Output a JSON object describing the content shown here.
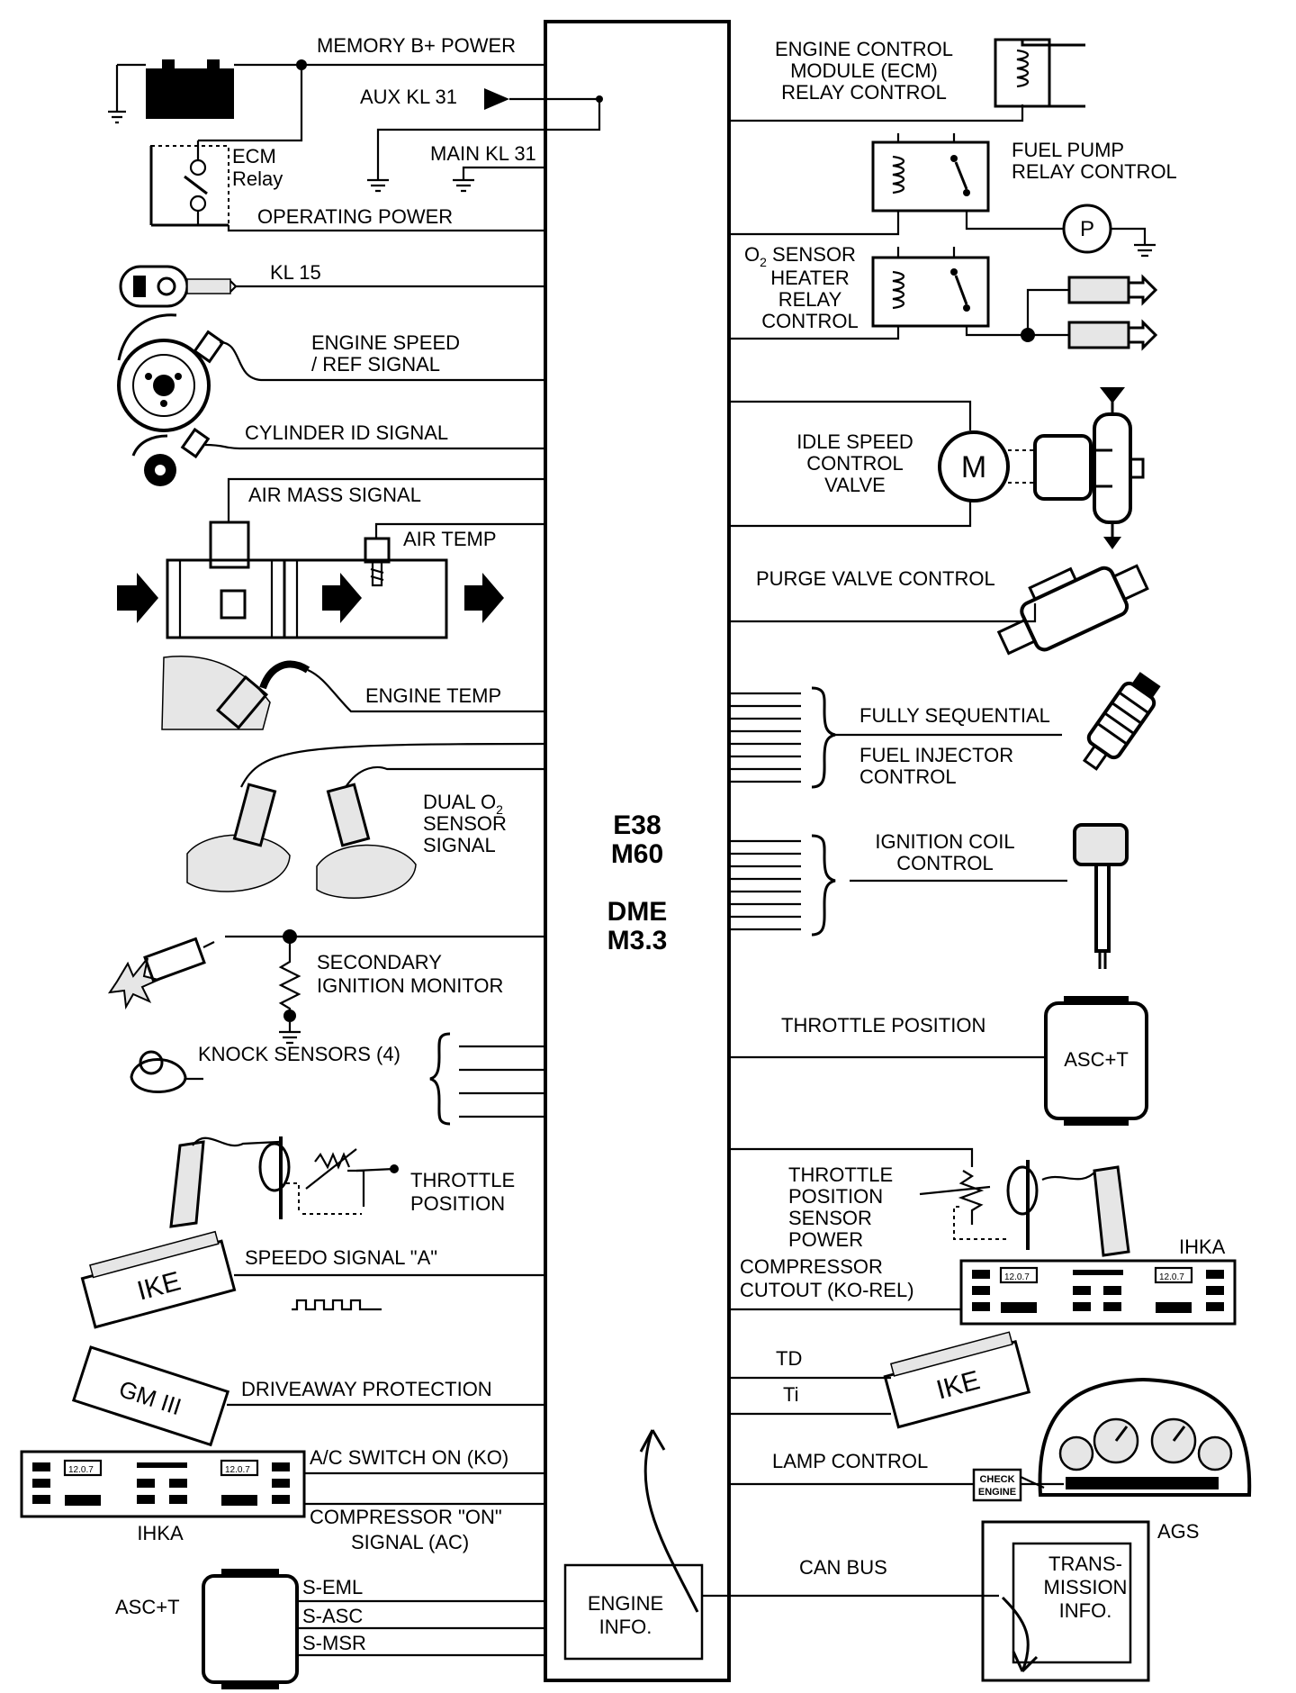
{
  "module": {
    "line1": "E38",
    "line2": "M60",
    "line3": "DME",
    "line4": "M3.3"
  },
  "inputs": {
    "memory_power": "MEMORY B+ POWER",
    "aux_kl31": "AUX KL 31",
    "main_kl31": "MAIN KL 31",
    "ecm_relay_1": "ECM",
    "ecm_relay_2": "Relay",
    "operating_power": "OPERATING POWER",
    "kl15": "KL 15",
    "engine_speed_1": "ENGINE SPEED",
    "engine_speed_2": "/ REF SIGNAL",
    "cylinder_id": "CYLINDER ID SIGNAL",
    "air_mass": "AIR MASS SIGNAL",
    "air_temp": "AIR TEMP",
    "engine_temp": "ENGINE TEMP",
    "dual_o2_1": "DUAL O",
    "dual_o2_sub": "2",
    "dual_o2_2": "SENSOR",
    "dual_o2_3": "SIGNAL",
    "secondary_1": "SECONDARY",
    "secondary_2": "IGNITION MONITOR",
    "knock": "KNOCK SENSORS (4)",
    "throttle_1": "THROTTLE",
    "throttle_2": "POSITION",
    "speedo": "SPEEDO SIGNAL \"A\"",
    "ike_label": "IKE",
    "gm_label": "GM III",
    "driveaway": "DRIVEAWAY PROTECTION",
    "ac_switch": "A/C SWITCH ON (KO)",
    "compressor_on_1": "COMPRESSOR \"ON\"",
    "compressor_on_2": "SIGNAL (AC)",
    "ihka_left": "IHKA",
    "asc_left": "ASC+T",
    "s_eml": "S-EML",
    "s_asc": "S-ASC",
    "s_msr": "S-MSR"
  },
  "outputs": {
    "ecm_1": "ENGINE CONTROL",
    "ecm_2": "MODULE (ECM)",
    "ecm_3": "RELAY CONTROL",
    "fuel_pump_1": "FUEL PUMP",
    "fuel_pump_2": "RELAY CONTROL",
    "pump_symbol": "P",
    "o2_heater_1": "O",
    "o2_heater_sub": "2",
    "o2_heater_1b": " SENSOR",
    "o2_heater_2": "HEATER",
    "o2_heater_3": "RELAY",
    "o2_heater_4": "CONTROL",
    "idle_1": "IDLE SPEED",
    "idle_2": "CONTROL",
    "idle_3": "VALVE",
    "motor_symbol": "M",
    "purge": "PURGE VALVE CONTROL",
    "injector_1": "FULLY SEQUENTIAL",
    "injector_2": "FUEL INJECTOR",
    "injector_3": "CONTROL",
    "coil_1": "IGNITION COIL",
    "coil_2": "CONTROL",
    "throttle_pos": "THROTTLE POSITION",
    "asc_right": "ASC+T",
    "tps_1": "THROTTLE",
    "tps_2": "POSITION",
    "tps_3": "SENSOR",
    "tps_4": "POWER",
    "ihka_right": "IHKA",
    "compressor_cut_1": "COMPRESSOR",
    "compressor_cut_2": "CUTOUT (KO-REL)",
    "td": "TD",
    "ti": "Ti",
    "ike_right": "IKE",
    "lamp": "LAMP CONTROL",
    "check_1": "CHECK",
    "check_2": "ENGINE",
    "can": "CAN BUS",
    "ags": "AGS",
    "trans_1": "TRANS-",
    "trans_2": "MISSION",
    "trans_3": "INFO.",
    "engine_info_1": "ENGINE",
    "engine_info_2": "INFO."
  },
  "ihka_display": "12.0.7"
}
